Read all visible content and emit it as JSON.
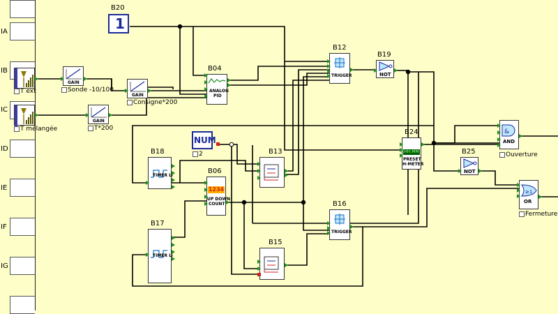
{
  "inputs": [
    {
      "id": "IA",
      "label": "IA"
    },
    {
      "id": "IB",
      "label": "IB"
    },
    {
      "id": "IC",
      "label": "IC"
    },
    {
      "id": "ID",
      "label": "ID"
    },
    {
      "id": "IE",
      "label": "IE"
    },
    {
      "id": "IF",
      "label": "IF"
    },
    {
      "id": "IG",
      "label": "IG"
    }
  ],
  "sensors": {
    "text": "T ext",
    "tmel": "T mélangée"
  },
  "blocks": {
    "b20": {
      "title": "B20",
      "value": "1"
    },
    "gain1": {
      "name": "GAIN",
      "caption": "Sonde -10/100"
    },
    "gain2": {
      "name": "GAIN",
      "caption": "Consigne*200"
    },
    "gain3": {
      "name": "GAIN",
      "caption": "T*200"
    },
    "b04": {
      "title": "B04",
      "line1": "ANALOG",
      "line2": "PID"
    },
    "b12": {
      "title": "B12",
      "name": "TRIGGER"
    },
    "b19": {
      "title": "B19",
      "name": "NOT"
    },
    "num": {
      "name": "NUM",
      "caption": "2"
    },
    "b13": {
      "title": "B13"
    },
    "b24": {
      "title": "B24",
      "display": "HH:MM",
      "line1": "PRESET",
      "line2": "H-METER"
    },
    "b25": {
      "title": "B25",
      "name": "NOT"
    },
    "and": {
      "name": "AND",
      "caption": "Ouverture"
    },
    "or": {
      "name": "OR",
      "caption": "Fermeture"
    },
    "b18": {
      "title": "B18",
      "name": "TIMER Li"
    },
    "b06": {
      "title": "B06",
      "display": "1234",
      "line1": "UP DOWN",
      "line2": "COUNT"
    },
    "b16": {
      "title": "B16",
      "name": "TRIGGER"
    },
    "b17": {
      "title": "B17",
      "name": "TIMER Li"
    },
    "b15": {
      "title": "B15"
    }
  },
  "colors": {
    "canvas": "#fefec8",
    "port": "#1f8f1f",
    "wire": "#000000",
    "accent": "#1a2a9a"
  }
}
